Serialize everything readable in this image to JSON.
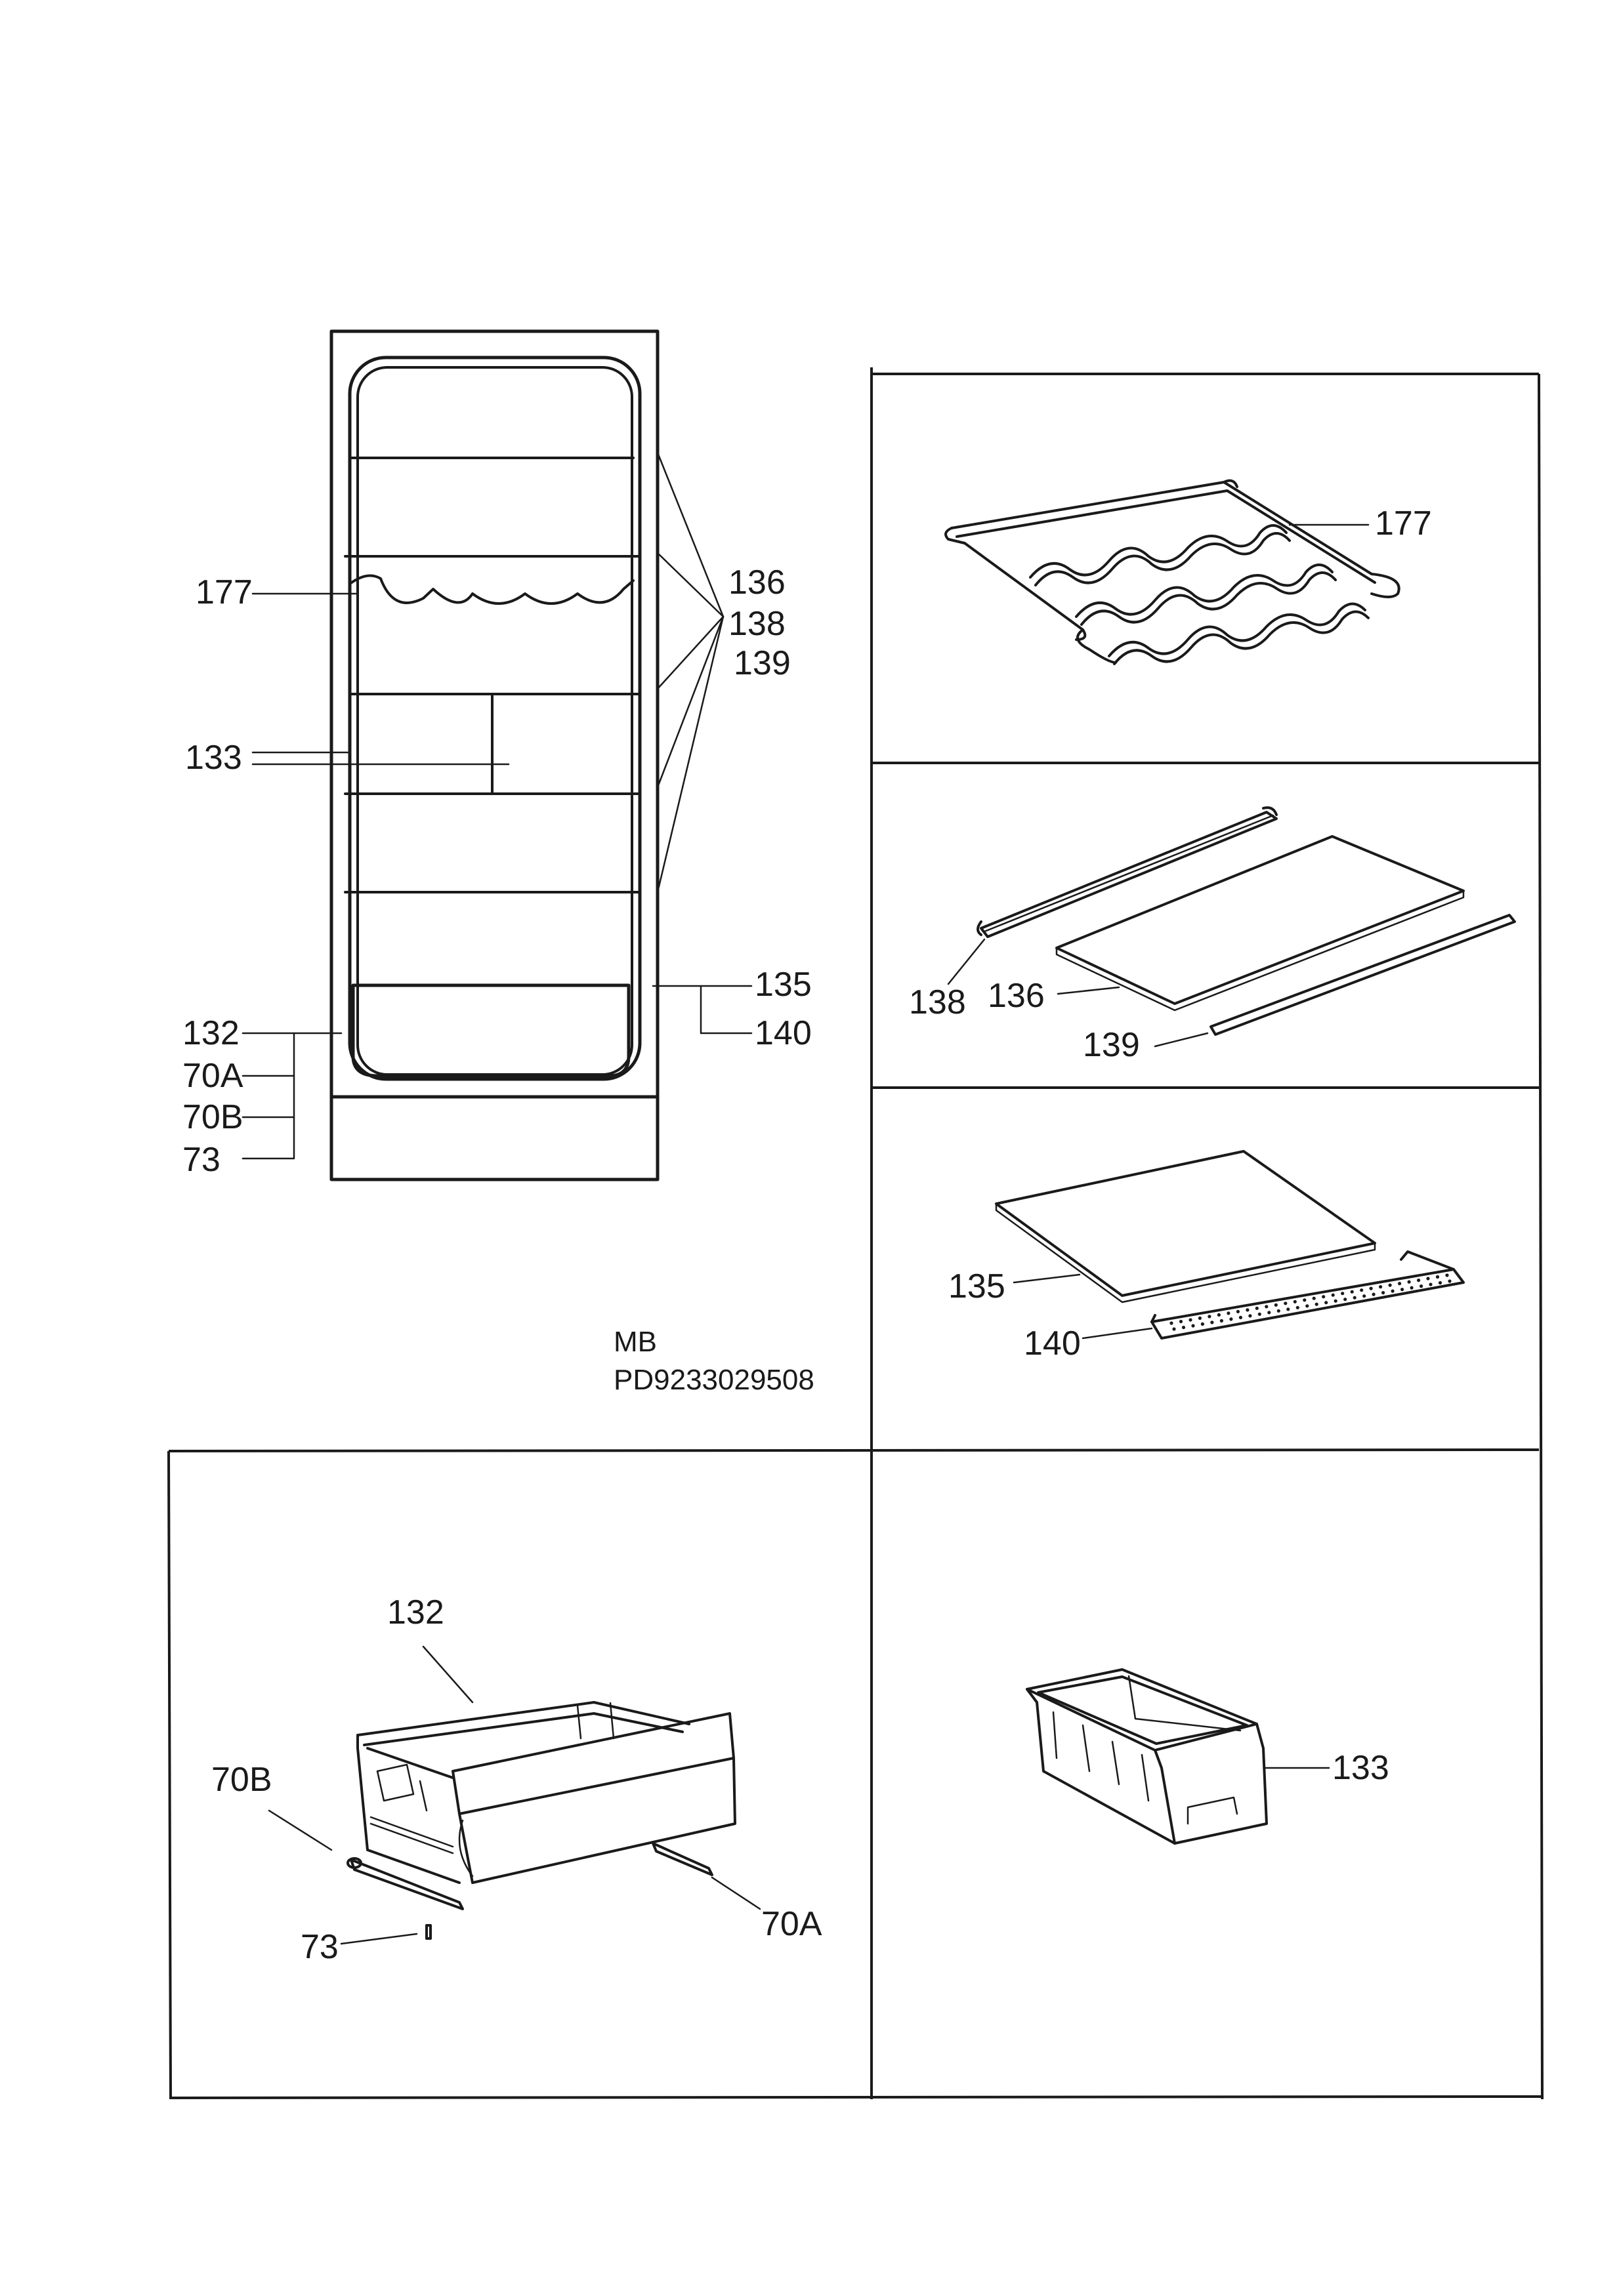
{
  "model": {
    "line1": "MB",
    "line2": "PD9233029508"
  },
  "overview": {
    "labels": {
      "wine_rack": "177",
      "shelf_glass": "136",
      "shelf_trim_front": "138",
      "shelf_trim_rear": "139",
      "small_box": "133",
      "bottom_glass": "135",
      "bottom_trim": "140",
      "drawer": "132",
      "runner_right": "70A",
      "runner_left": "70B",
      "screw": "73"
    }
  },
  "panels": {
    "wine_rack": {
      "label": "177"
    },
    "shelf": {
      "trim_front": "138",
      "glass": "136",
      "trim_rear": "139"
    },
    "bottom_shelf": {
      "glass": "135",
      "trim": "140"
    },
    "drawer": {
      "drawer": "132",
      "runner_left": "70B",
      "runner_right": "70A",
      "screw": "73"
    },
    "box": {
      "box": "133"
    }
  }
}
